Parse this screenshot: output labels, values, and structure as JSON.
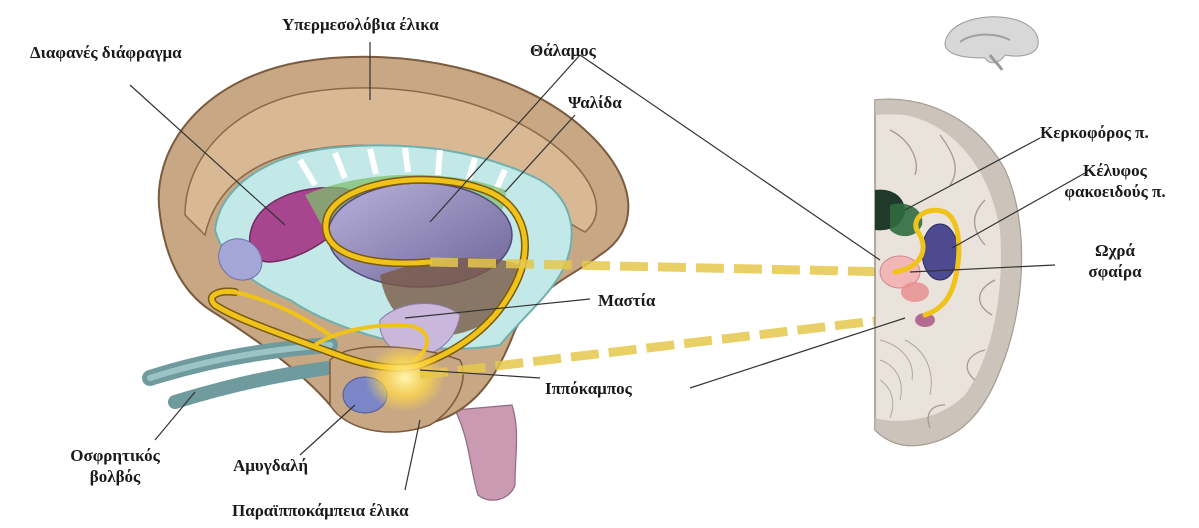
{
  "labels": {
    "hypermesolobic_gyrus": "Υπερμεσολόβια έλικα",
    "septum_pellucidum": "Διαφανές διάφραγμα",
    "thalamus": "Θάλαμος",
    "fornix": "Ψαλίδα",
    "mammillary_body": "Μαστία",
    "hippocampus": "Ιππόκαμπος",
    "olfactory_bulb_line1": "Οσφρητικός",
    "olfactory_bulb_line2": "βολβός",
    "amygdala": "Αμυγδαλή",
    "parahippocampal_gyrus": "Παραϊπποκάμπεια έλικα",
    "caudate_nucleus": "Κερκοφόρος π.",
    "putamen_line1": "Κέλυφος",
    "putamen_line2": "φακοειδούς π.",
    "globus_pallidus_line1": "Ωχρά",
    "globus_pallidus_line2": "σφαίρα"
  },
  "colors": {
    "cortex": "#c9a883",
    "cortex_edge": "#8a6a4a",
    "cingulate": "#d6b48f",
    "ventricle": "#bfe8e6",
    "septum": "#a8458f",
    "thalamus": "#8e86b8",
    "fornix": "#f0c31a",
    "hippocampus_glow": "#ffe680",
    "amygdala": "#7b86c8",
    "brainstem": "#c89ab0",
    "olfactory": "#6f9b9e",
    "section_white": "#f1ece6",
    "section_grey": "#b8b0a8"
  }
}
